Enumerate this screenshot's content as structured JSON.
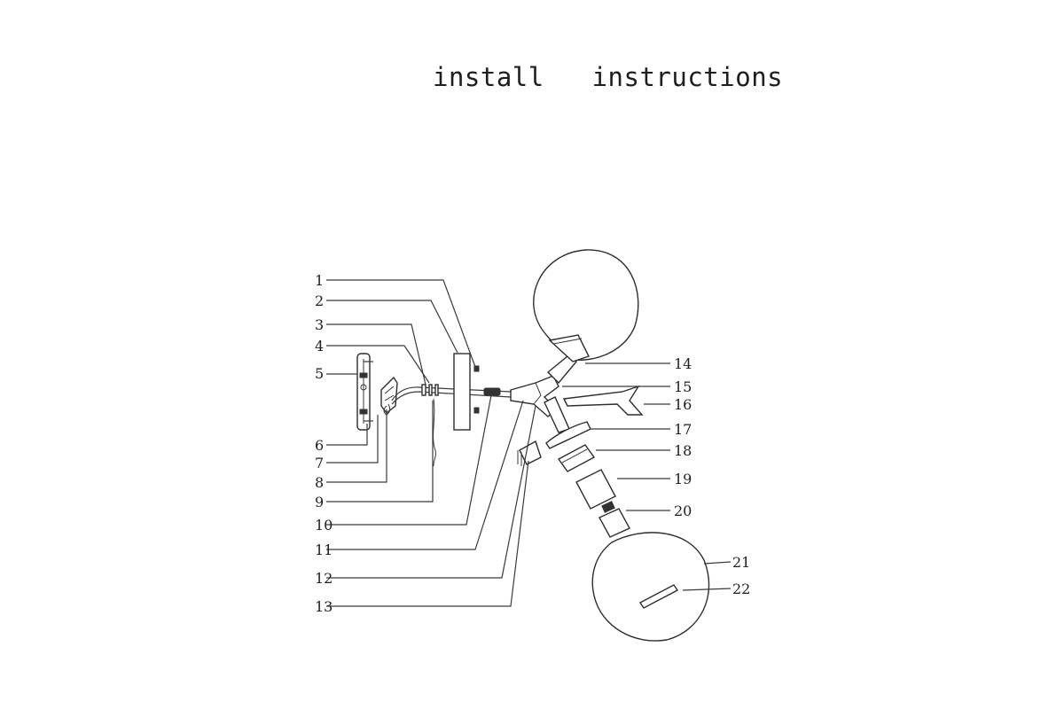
{
  "title": "install   instructions",
  "callouts": [
    "1",
    "2",
    "3",
    "4",
    "5",
    "6",
    "7",
    "8",
    "9",
    "10",
    "11",
    "12",
    "13",
    "14",
    "15",
    "16",
    "17",
    "18",
    "19",
    "20",
    "21",
    "22"
  ]
}
